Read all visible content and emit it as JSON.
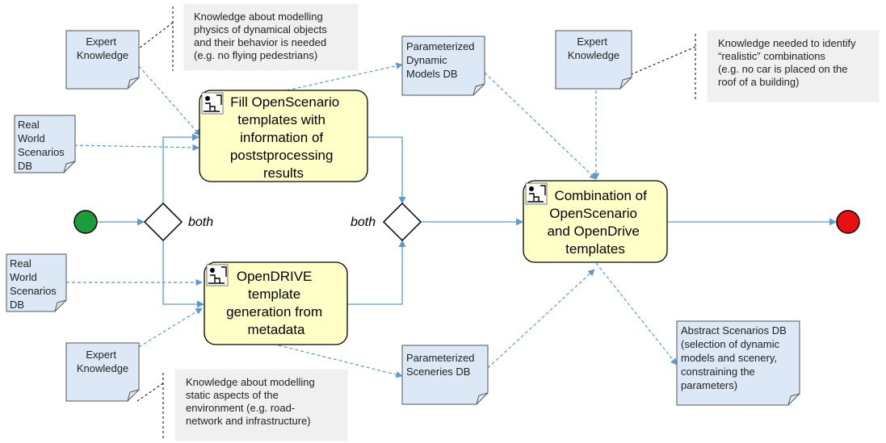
{
  "gateways": {
    "split_label": "both",
    "join_label": "both"
  },
  "tasks": {
    "fill_openscenario": [
      "Fill OpenScenario",
      "templates with",
      "information of",
      "poststprocessing",
      "results"
    ],
    "opendrive_generation": [
      "OpenDRIVE",
      "template",
      "generation from",
      "metadata"
    ],
    "combination": [
      "Combination of",
      "OpenScenario",
      "and OpenDrive",
      "templates"
    ]
  },
  "documents": {
    "expert_knowledge_top": [
      "Expert",
      "Knowledge"
    ],
    "real_world_top": [
      "Real",
      "World",
      "Scenarios",
      "DB"
    ],
    "real_world_bottom": [
      "Real",
      "World",
      "Scenarios",
      "DB"
    ],
    "expert_knowledge_bottom": [
      "Expert",
      "Knowledge"
    ],
    "parameterized_dynamic": [
      "Parameterized",
      "Dynamic",
      "Models DB"
    ],
    "parameterized_sceneries": [
      "Parameterized",
      "Sceneries DB"
    ],
    "expert_knowledge_right": [
      "Expert",
      "Knowledge"
    ],
    "abstract_scenarios": [
      "Abstract Scenarios DB",
      "(selection of dynamic",
      "models and scenery,",
      "constraining the",
      "parameters)"
    ]
  },
  "annotations": {
    "physics_note": [
      "Knowledge about modelling",
      "physics of dynamical objects",
      "and their behavior is needed",
      "(e.g. no flying pedestrians)"
    ],
    "static_note": [
      "Knowledge about modelling",
      "static aspects of the",
      "environment (e.g. road-",
      "network and infrastructure)"
    ],
    "realistic_note": [
      "Knowledge needed to identify",
      "“realistic” combinations",
      "(e.g. no car is placed on the",
      "roof of a building)"
    ]
  },
  "colors": {
    "start_event": "#1a9e3c",
    "end_event": "#e81010",
    "task_fill": "#ffffc8",
    "document_fill": "#dce8f6",
    "flow": "#5a9ad0",
    "note_fill": "#f0f0f0"
  }
}
